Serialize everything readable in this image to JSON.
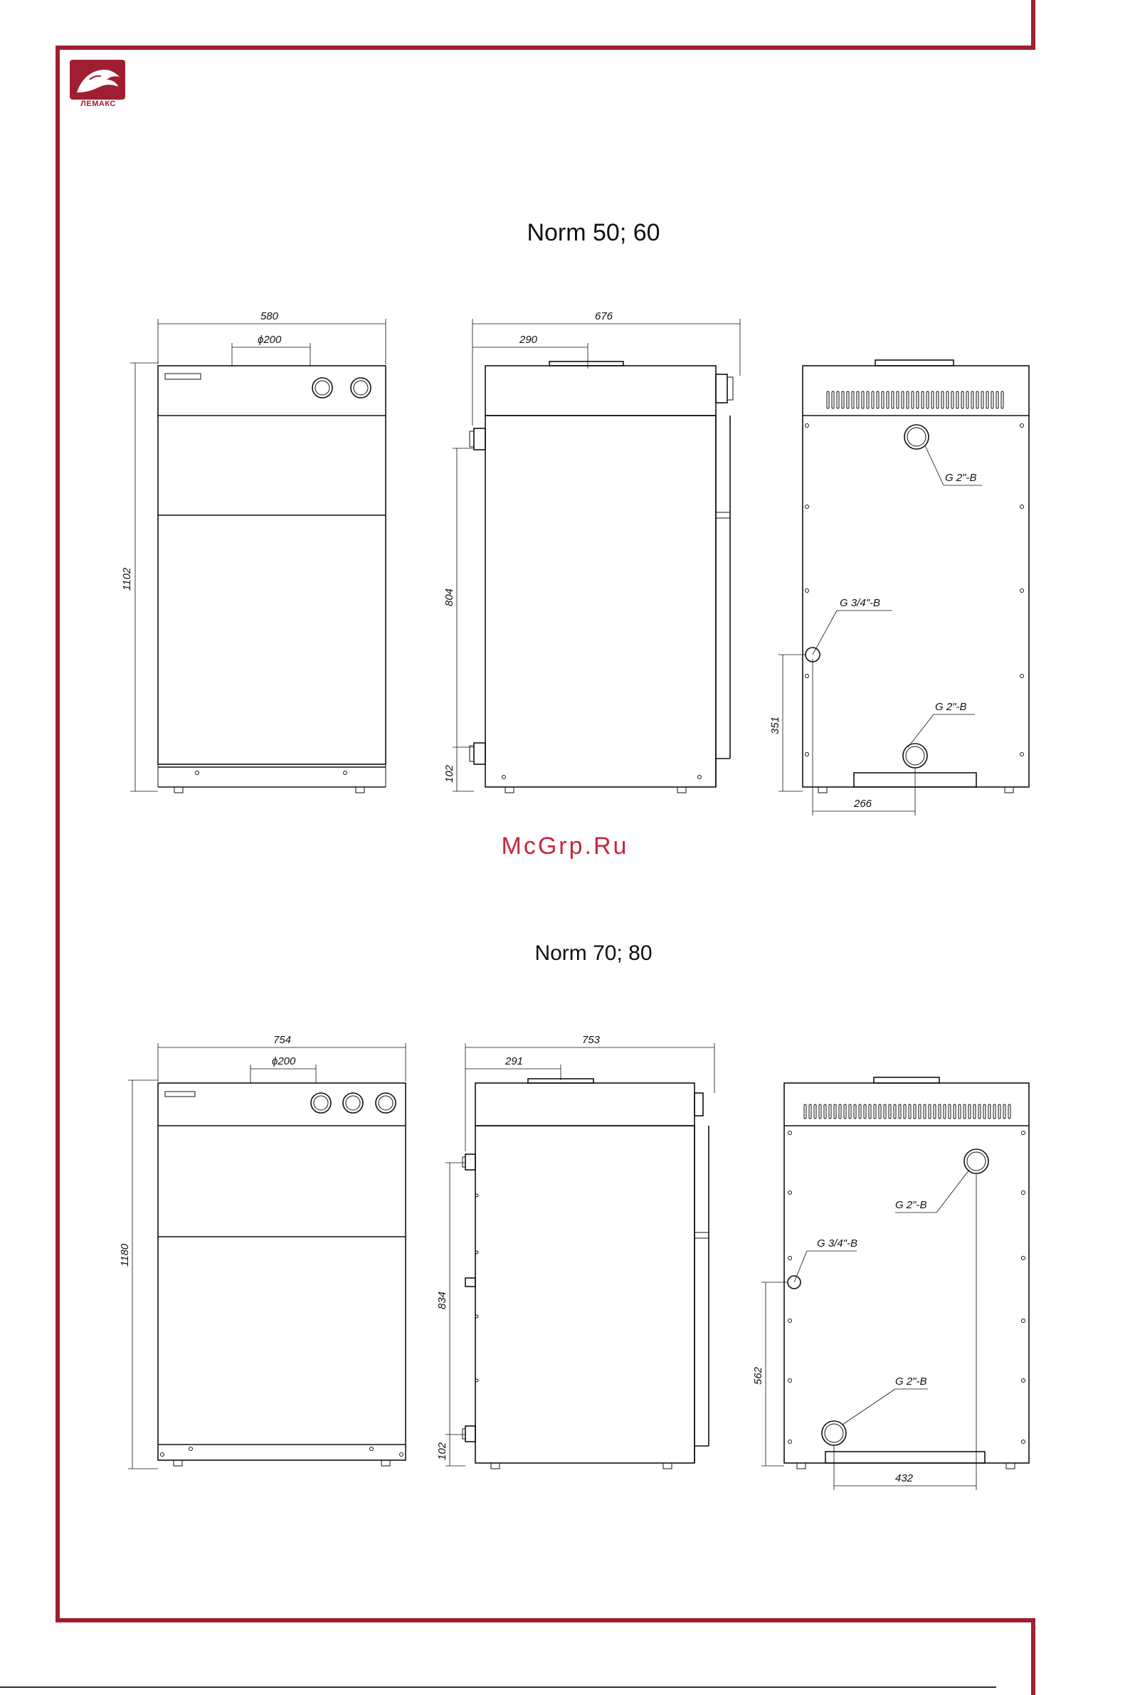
{
  "brand": {
    "name": "ЛЕМАКС",
    "color": "#a01e32"
  },
  "watermark": "McGrp.Ru",
  "sections": [
    {
      "title": "Norm 50; 60",
      "front": {
        "width_label": "580",
        "flue_label": "ϕ200",
        "height_label": "1102"
      },
      "side": {
        "depth_label": "676",
        "flue_offset_label": "290",
        "pipe_span_label": "804",
        "bottom_offset_label": "102"
      },
      "back": {
        "outlet_label": "G 2\"-B",
        "drain_label": "G 3/4\"-B",
        "inlet_label": "G 2\"-B",
        "drain_height_label": "351",
        "inlet_offset_label": "266"
      }
    },
    {
      "title": "Norm 70; 80",
      "front": {
        "width_label": "754",
        "flue_label": "ϕ200",
        "height_label": "1180"
      },
      "side": {
        "depth_label": "753",
        "flue_offset_label": "291",
        "pipe_span_label": "834",
        "bottom_offset_label": "102"
      },
      "back": {
        "outlet_label": "G 2\"-B",
        "drain_label": "G 3/4\"-B",
        "inlet_label": "G 2\"-B",
        "drain_height_label": "562",
        "inlet_offset_label": "432"
      }
    }
  ]
}
